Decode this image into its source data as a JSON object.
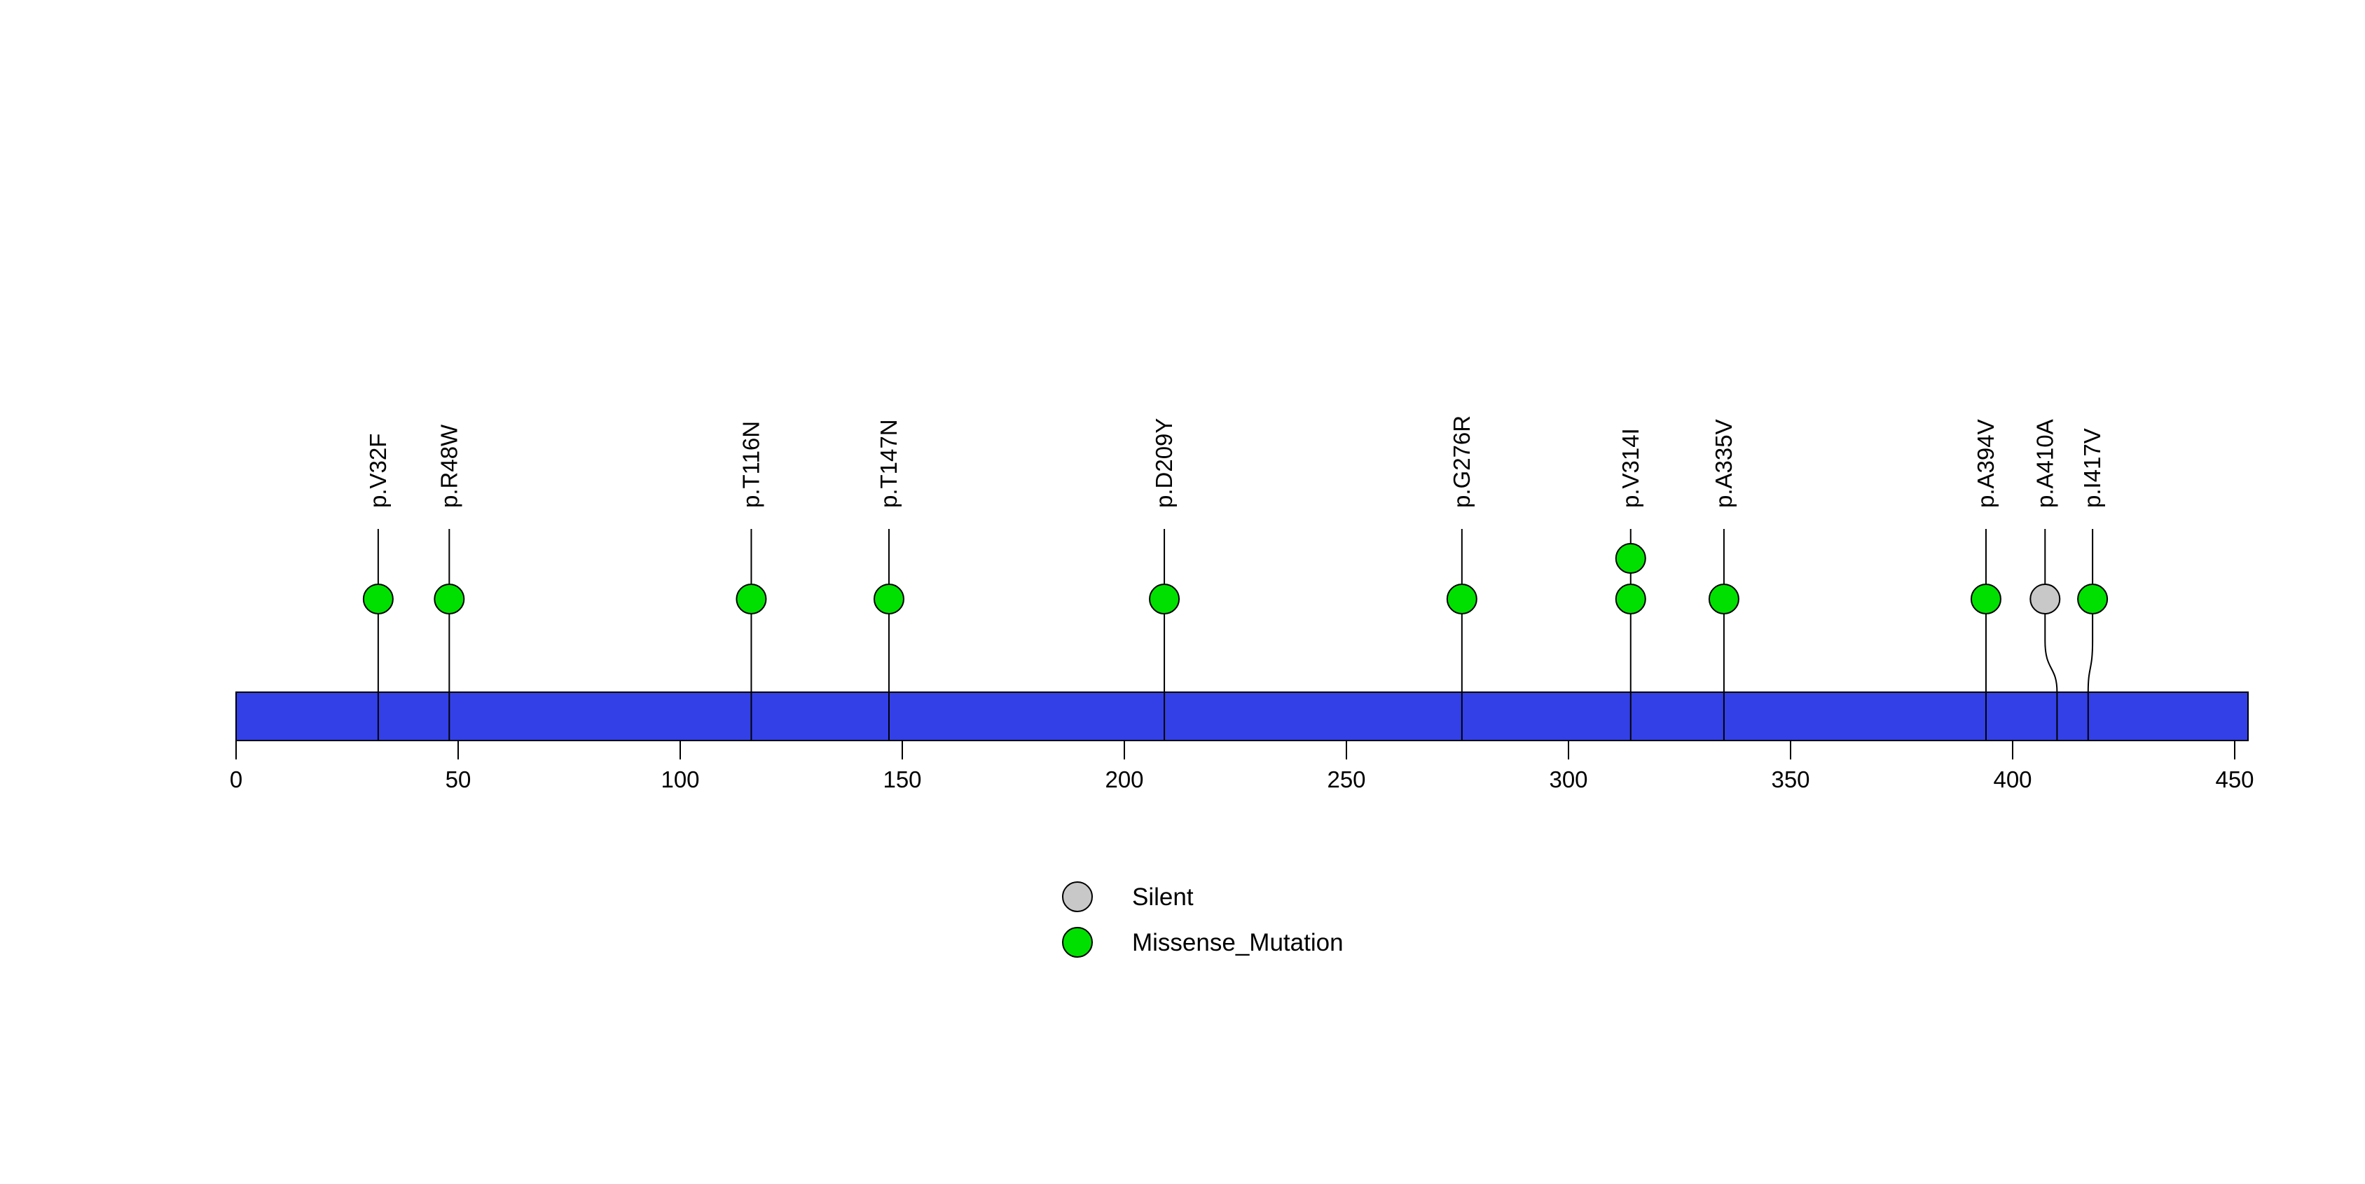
{
  "figure": {
    "kind": "protein lollipop mutation plot",
    "background_color": "#ffffff"
  },
  "chart_data": {
    "type": "lollipop",
    "title": "",
    "xlabel": "",
    "ylabel": "",
    "axis": {
      "min": 0,
      "max": 450,
      "tick_interval": 50,
      "tick_labels": [
        "0",
        "50",
        "100",
        "150",
        "200",
        "250",
        "300",
        "350",
        "400",
        "450"
      ],
      "grid": false
    },
    "protein_bar": {
      "start": 0,
      "end": 453,
      "color": "#3340E8",
      "border_color": "#000000"
    },
    "mutation_types": {
      "Silent": "#C8C8C8",
      "Missense_Mutation": "#00E000"
    },
    "mutations": [
      {
        "label": "p.V32F",
        "position": 32,
        "type": "Missense_Mutation",
        "count": 1
      },
      {
        "label": "p.R48W",
        "position": 48,
        "type": "Missense_Mutation",
        "count": 1
      },
      {
        "label": "p.T116N",
        "position": 116,
        "type": "Missense_Mutation",
        "count": 1
      },
      {
        "label": "p.T147N",
        "position": 147,
        "type": "Missense_Mutation",
        "count": 1
      },
      {
        "label": "p.D209Y",
        "position": 209,
        "type": "Missense_Mutation",
        "count": 1
      },
      {
        "label": "p.G276R",
        "position": 276,
        "type": "Missense_Mutation",
        "count": 1
      },
      {
        "label": "p.V314I",
        "position": 314,
        "type": "Missense_Mutation",
        "count": 2
      },
      {
        "label": "p.A335V",
        "position": 335,
        "type": "Missense_Mutation",
        "count": 1
      },
      {
        "label": "p.A394V",
        "position": 394,
        "type": "Missense_Mutation",
        "count": 1
      },
      {
        "label": "p.A410A",
        "position": 410,
        "type": "Silent",
        "count": 1,
        "display_position": 407.3
      },
      {
        "label": "p.I417V",
        "position": 417,
        "type": "Missense_Mutation",
        "count": 1,
        "display_position": 418.0
      }
    ],
    "legend": {
      "position": "bottom-center",
      "items": [
        {
          "label": "Silent",
          "color": "#C8C8C8"
        },
        {
          "label": "Missense_Mutation",
          "color": "#00E000"
        }
      ]
    }
  }
}
